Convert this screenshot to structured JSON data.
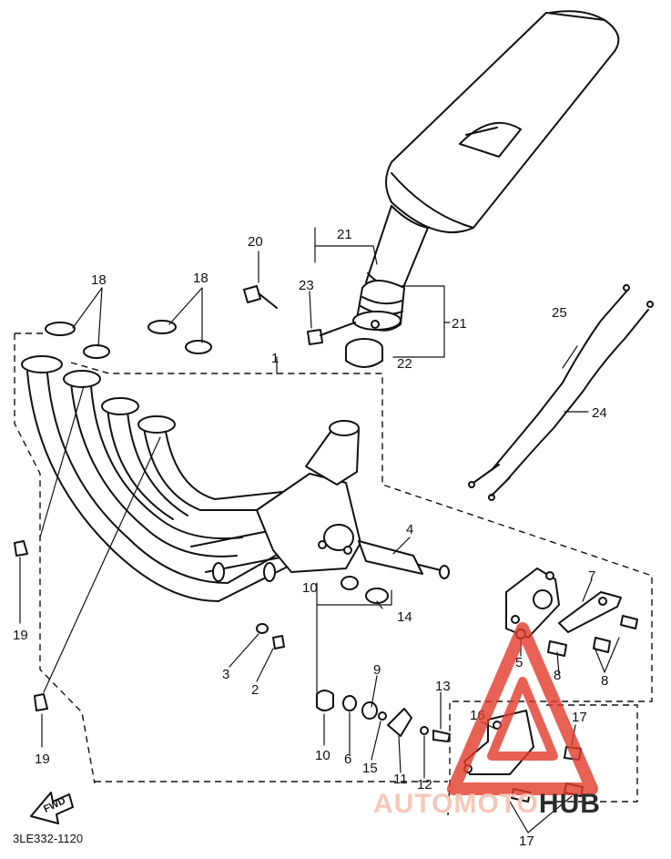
{
  "diagram": {
    "reference_code": "3LE332-1120",
    "direction_label": "FWD",
    "callouts": [
      "1",
      "2",
      "3",
      "4",
      "5",
      "6",
      "7",
      "8",
      "8",
      "8",
      "9",
      "10",
      "10",
      "10",
      "11",
      "12",
      "13",
      "14",
      "15",
      "16",
      "17",
      "17",
      "18",
      "18",
      "19",
      "19",
      "20",
      "21",
      "21",
      "22",
      "23",
      "24",
      "25"
    ],
    "watermark": {
      "text_prefix": "AUTOMOTO",
      "text_suffix": "HUB",
      "prefix_color": "#f4c8b8",
      "suffix_color": "#2b2b2b",
      "logo_color": "#e23a2a"
    }
  }
}
